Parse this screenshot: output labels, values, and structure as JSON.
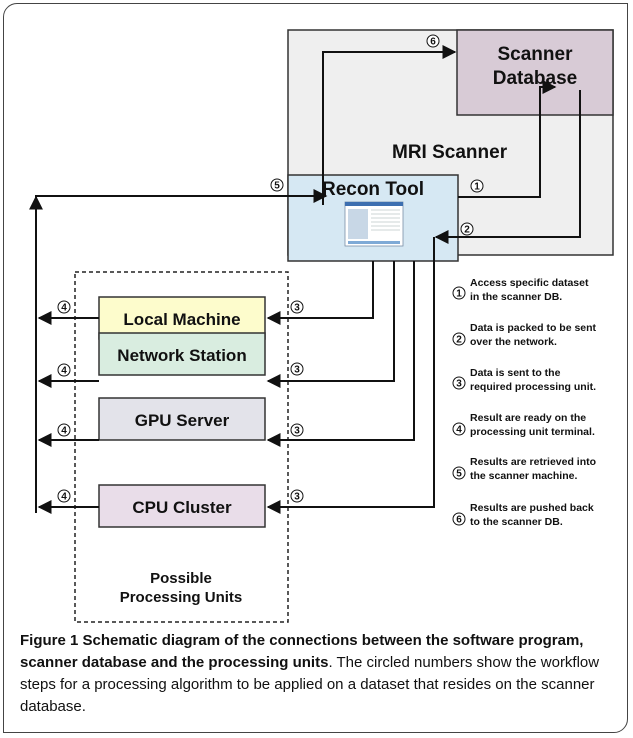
{
  "diagram": {
    "mri_label": "MRI Scanner",
    "scanner_db_line1": "Scanner",
    "scanner_db_line2": "Database",
    "recon_label": "Recon Tool",
    "units": [
      {
        "label": "Local Machine",
        "color": "#fdfccc"
      },
      {
        "label": "Network Station",
        "color": "#d9ede0"
      },
      {
        "label": "GPU Server",
        "color": "#e3e3ea"
      },
      {
        "label": "CPU Cluster",
        "color": "#e9dde9"
      }
    ],
    "possible_line1": "Possible",
    "possible_line2": "Processing Units",
    "markers": [
      "1",
      "2",
      "3",
      "4",
      "5",
      "6"
    ],
    "legend": [
      {
        "num": "1",
        "line1": "Access specific dataset",
        "line2": "in the scanner DB."
      },
      {
        "num": "2",
        "line1": "Data is packed to be sent",
        "line2": "over the network."
      },
      {
        "num": "3",
        "line1": "Data is sent to the",
        "line2": "required processing unit."
      },
      {
        "num": "4",
        "line1": "Result are ready on the",
        "line2": "processing unit terminal."
      },
      {
        "num": "5",
        "line1": "Results are retrieved into",
        "line2": "the scanner machine."
      },
      {
        "num": "6",
        "line1": "Results are pushed back",
        "line2": "to the scanner DB."
      }
    ],
    "colors": {
      "mri_bg": "#efefef",
      "db_bg": "#d8cbd6",
      "recon_bg": "#d6e8f3"
    }
  },
  "caption": {
    "title": "Figure 1 Schematic diagram of the connections between the software program, scanner database and the processing units",
    "title_end": ".",
    "body": " The circled numbers show the workflow steps for a processing algorithm to be applied on a dataset that resides on the scanner database."
  }
}
